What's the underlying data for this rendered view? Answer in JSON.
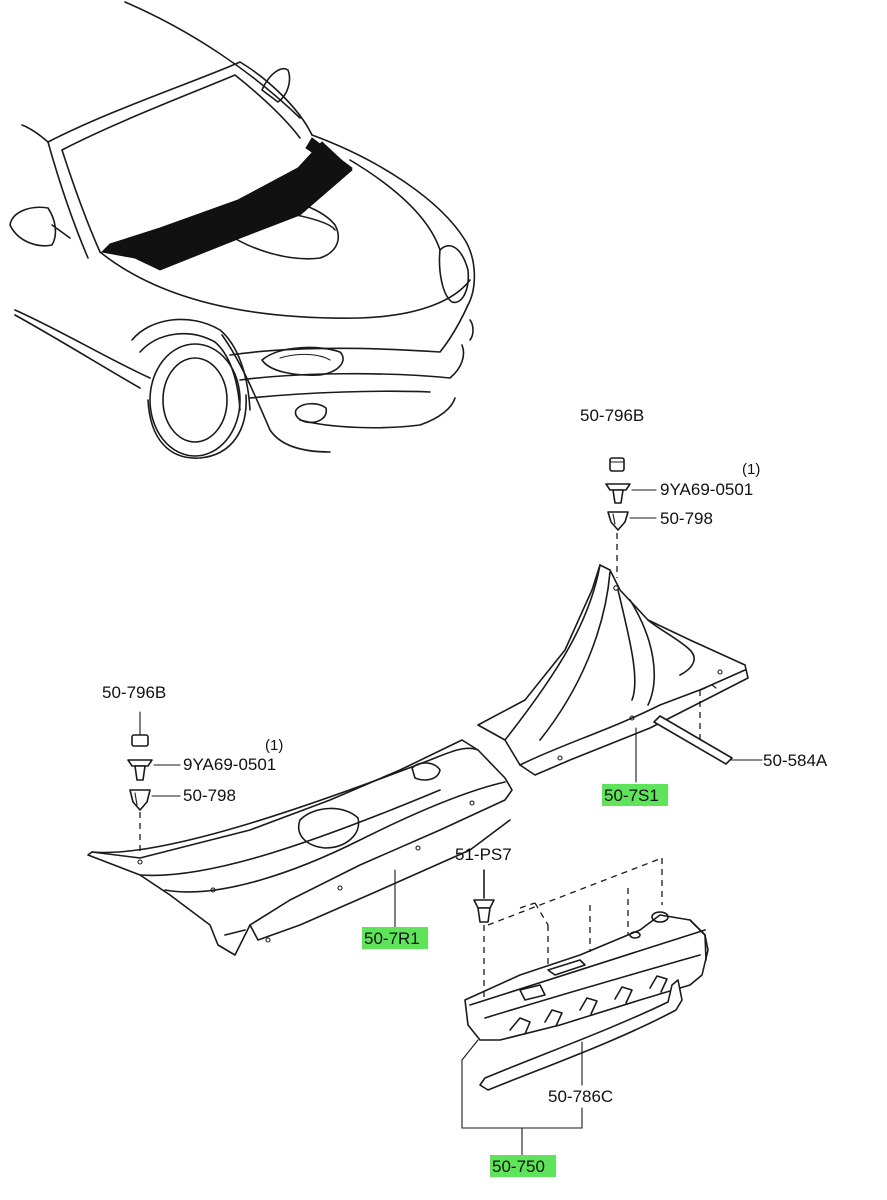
{
  "labels": {
    "cap_right": "50-796B",
    "screw_right": "9YA69-0501",
    "screw_right_qty": "(1)",
    "clip_right": "50-798",
    "cap_left": "50-796B",
    "screw_left": "9YA69-0501",
    "screw_left_qty": "(1)",
    "clip_left": "50-798",
    "seal": "50-584A",
    "cowl_right": "50-7S1",
    "cowl_left": "50-7R1",
    "fastener": "51-PS7",
    "weatherstrip": "50-786C",
    "assembly": "50-750"
  },
  "colors": {
    "highlight": "#5ee35a",
    "line": "#1a1a1a"
  }
}
